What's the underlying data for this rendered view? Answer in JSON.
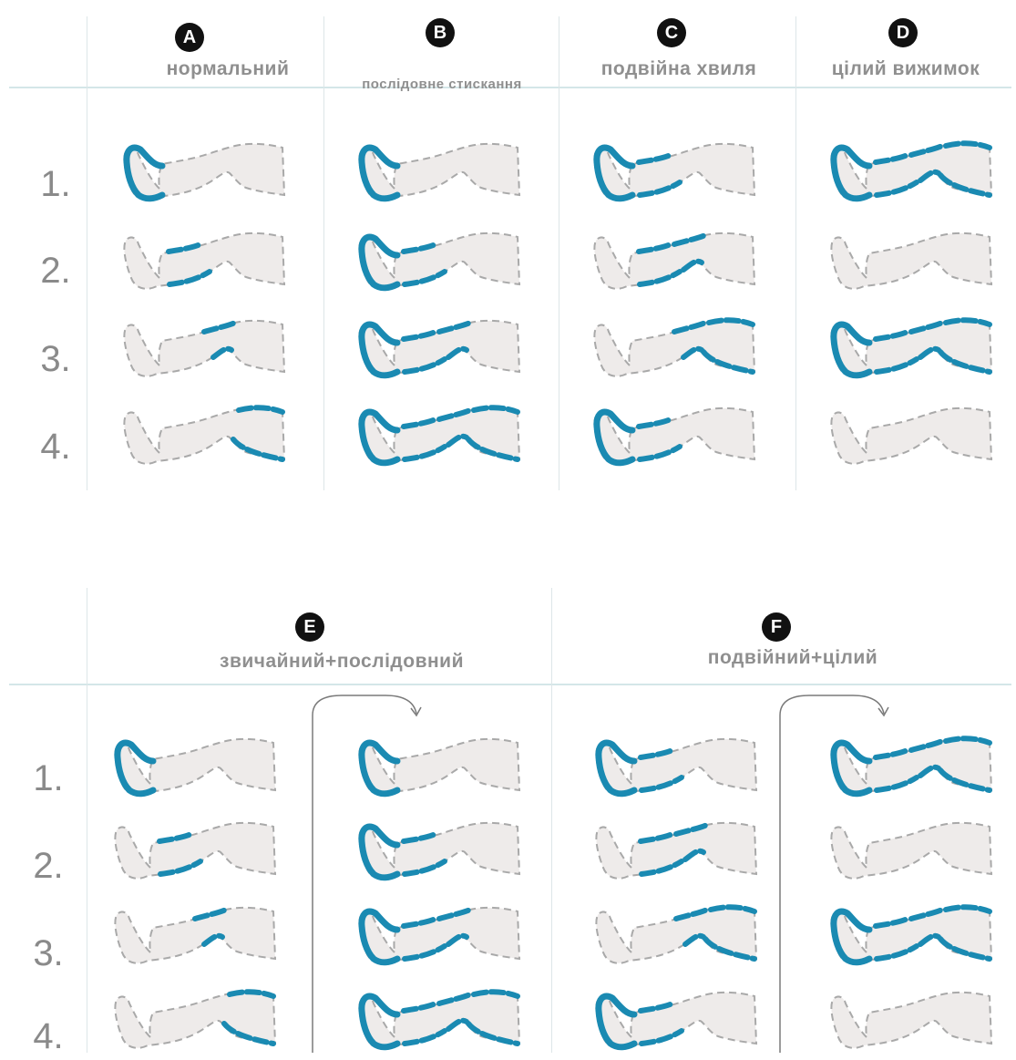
{
  "modes_top": [
    {
      "badge": "A",
      "label": "нормальний"
    },
    {
      "badge": "B",
      "label": "послідовне стискання"
    },
    {
      "badge": "C",
      "label": "подвійна хвиля"
    },
    {
      "badge": "D",
      "label": "цілий вижимок"
    }
  ],
  "modes_bottom": [
    {
      "badge": "E",
      "label": "звичайний+послідовний"
    },
    {
      "badge": "F",
      "label": "подвійний+цілий"
    }
  ],
  "row_labels": [
    "1.",
    "2.",
    "3.",
    "4."
  ],
  "colors": {
    "accent": "#1a8ab2",
    "leg_fill": "#eeebea",
    "leg_outline": "#a9a9a9",
    "title": "#8f8f8f"
  },
  "patterns": {
    "A": [
      [
        "foot"
      ],
      [
        "calf"
      ],
      [
        "knee"
      ],
      [
        "thigh"
      ]
    ],
    "B": [
      [
        "foot"
      ],
      [
        "foot",
        "calf"
      ],
      [
        "foot",
        "calf",
        "knee"
      ],
      [
        "foot",
        "calf",
        "knee",
        "thigh"
      ]
    ],
    "C": [
      [
        "foot",
        "calf"
      ],
      [
        "calf",
        "knee"
      ],
      [
        "knee",
        "thigh"
      ],
      [
        "foot",
        "calf"
      ]
    ],
    "D": [
      [
        "foot",
        "calf",
        "knee",
        "thigh"
      ],
      [],
      [
        "foot",
        "calf",
        "knee",
        "thigh"
      ],
      []
    ]
  }
}
